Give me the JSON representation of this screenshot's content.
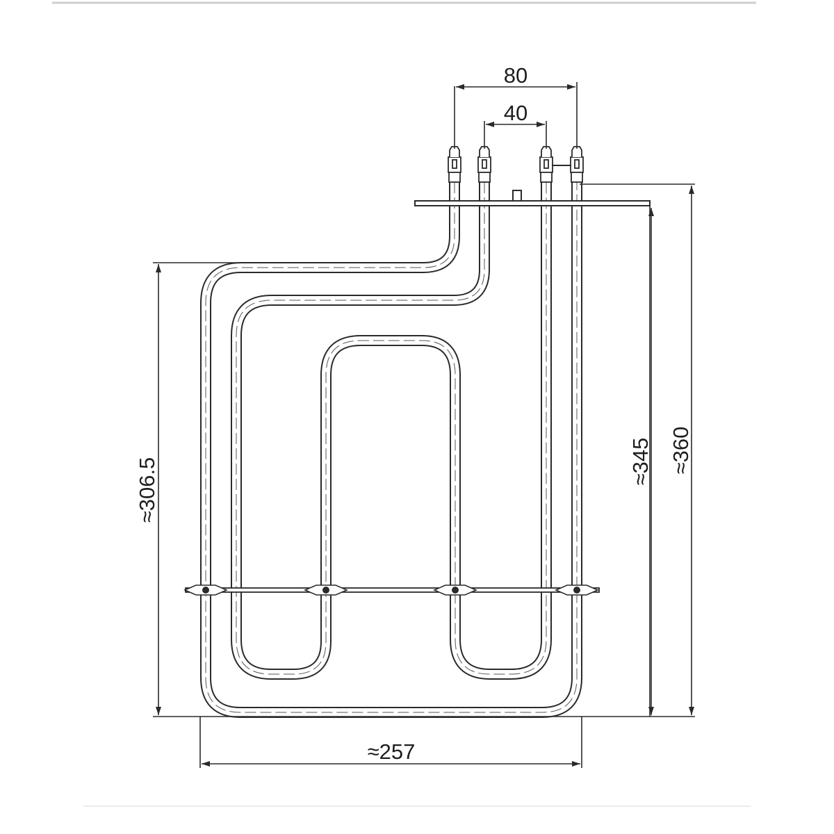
{
  "dimensions": {
    "terminal_spacing_outer": "80",
    "terminal_spacing_inner": "40",
    "element_height_left": "≈306.5",
    "height_to_flange": "≈345",
    "overall_height": "≈360",
    "overall_width": "≈257"
  }
}
